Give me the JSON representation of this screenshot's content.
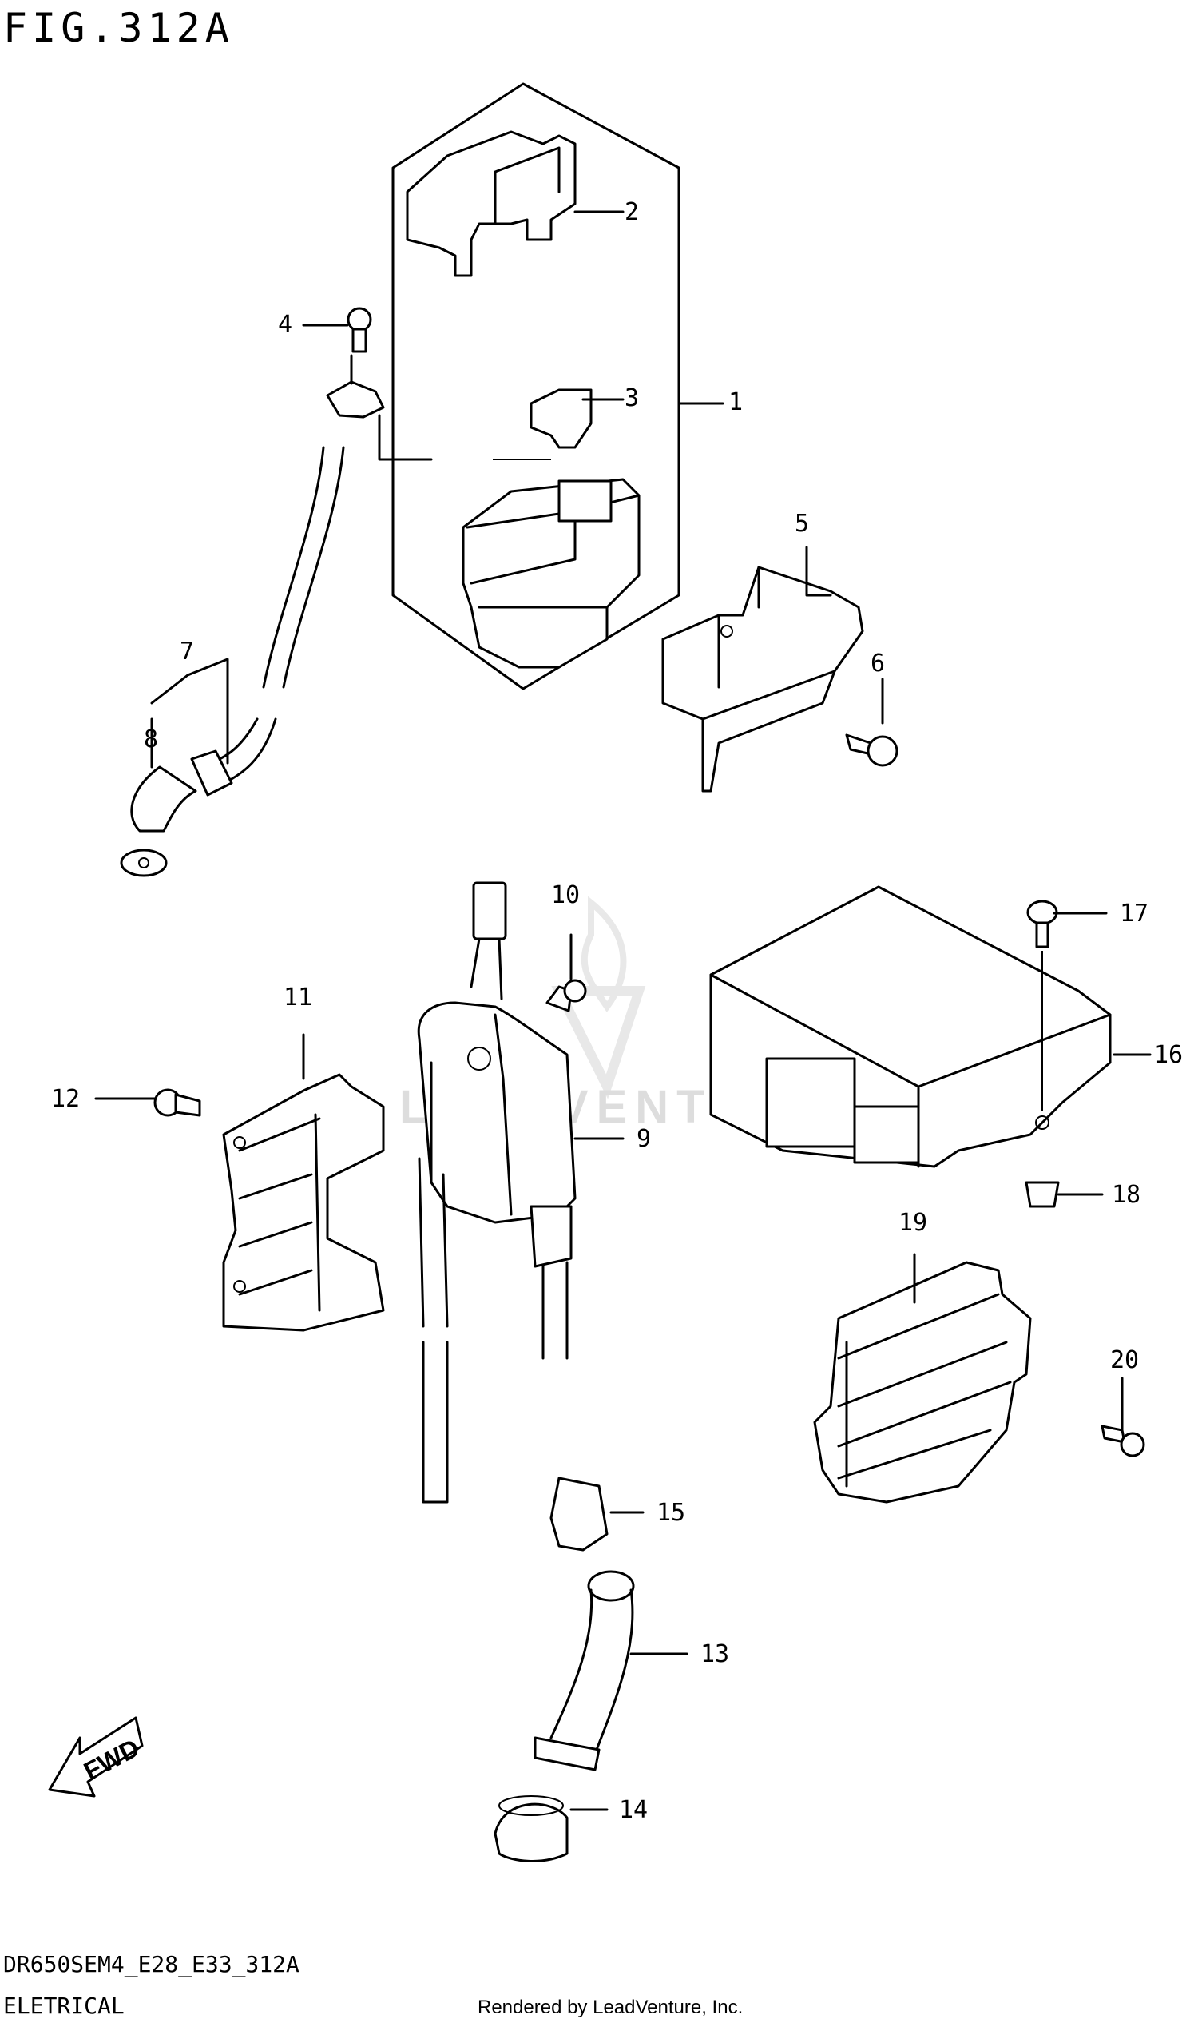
{
  "header": {
    "figure_label": "FIG.312A"
  },
  "footer": {
    "model_code": "DR650SEM4_E28_E33_312A",
    "section_title": "ELETRICAL",
    "rendered_by": "Rendered by LeadVenture, Inc."
  },
  "watermark": {
    "text": "LEADVENTURE",
    "icon": "flame-v-logo"
  },
  "fwd_arrow": {
    "label": "FWD",
    "icon": "forward-arrow-icon"
  },
  "callouts": [
    "1",
    "2",
    "3",
    "4",
    "5",
    "6",
    "7",
    "8",
    "9",
    "10",
    "11",
    "12",
    "13",
    "14",
    "15",
    "16",
    "17",
    "18",
    "19",
    "20"
  ]
}
